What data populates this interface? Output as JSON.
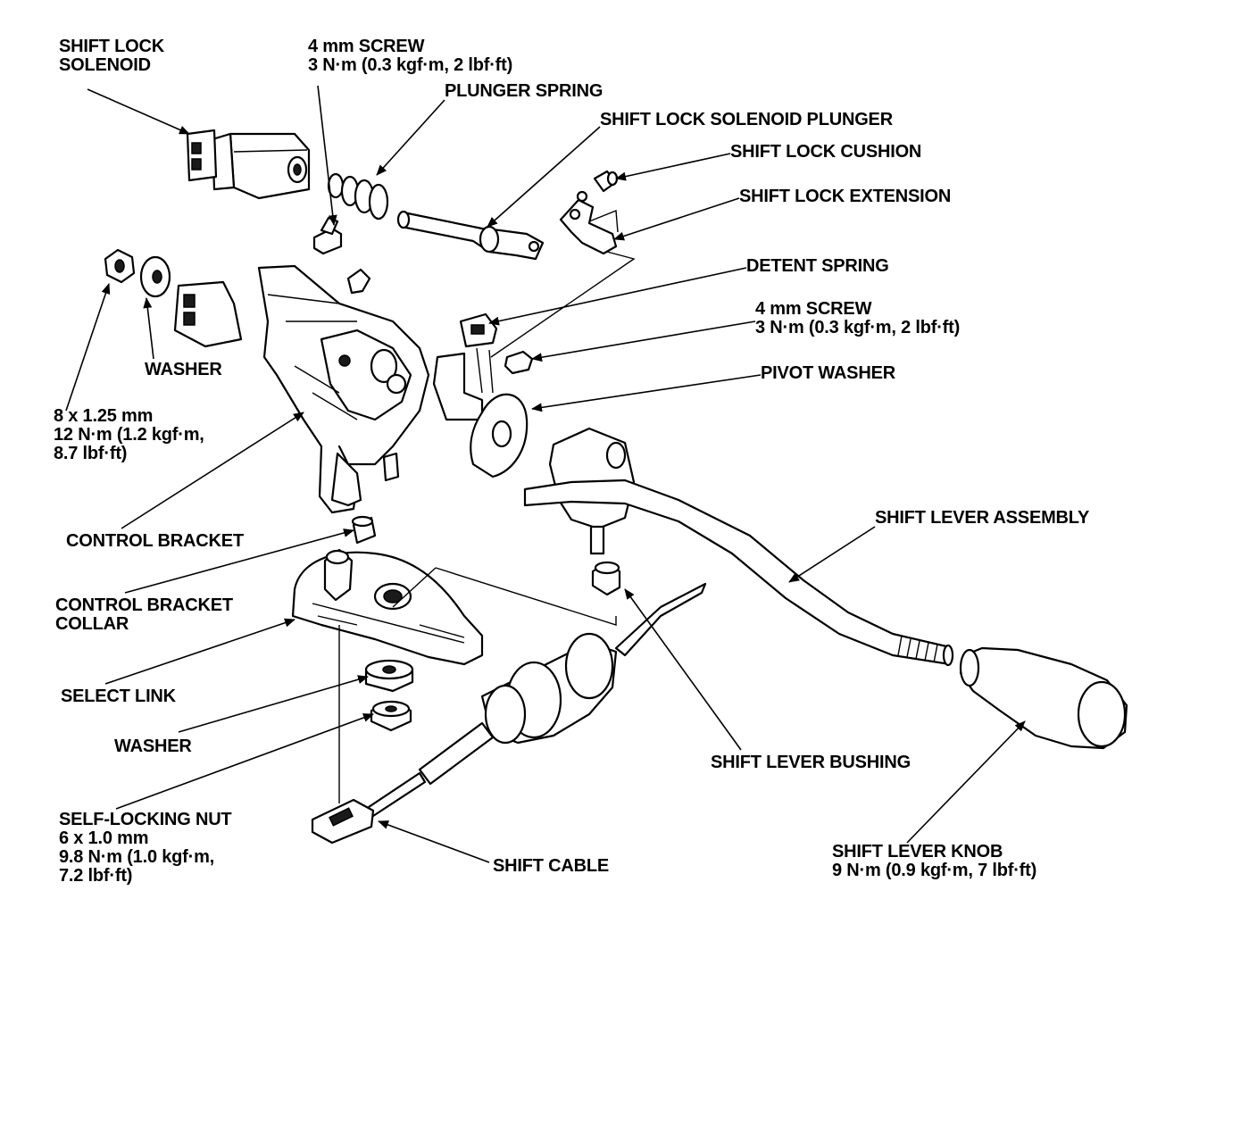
{
  "diagram": {
    "labels": {
      "shift_lock_solenoid": [
        "SHIFT LOCK",
        "SOLENOID"
      ],
      "screw_top": [
        "4 mm SCREW",
        "3 N·m (0.3 kgf·m, 2 lbf·ft)"
      ],
      "plunger_spring": "PLUNGER SPRING",
      "solenoid_plunger": "SHIFT LOCK SOLENOID PLUNGER",
      "shift_lock_cushion": "SHIFT LOCK CUSHION",
      "shift_lock_extension": "SHIFT LOCK EXTENSION",
      "detent_spring": "DETENT SPRING",
      "screw_right": [
        "4 mm SCREW",
        "3 N·m (0.3 kgf·m, 2 lbf·ft)"
      ],
      "pivot_washer": "PIVOT WASHER",
      "washer_upper": "WASHER",
      "bolt_spec": [
        "8 x 1.25 mm",
        "12 N·m (1.2 kgf·m,",
        "8.7 lbf·ft)"
      ],
      "control_bracket": "CONTROL BRACKET",
      "control_bracket_collar": [
        "CONTROL BRACKET",
        "COLLAR"
      ],
      "select_link": "SELECT LINK",
      "washer_lower": "WASHER",
      "self_locking_nut": [
        "SELF-LOCKING NUT",
        "6 x 1.0 mm",
        "9.8 N·m (1.0 kgf·m,",
        "7.2 lbf·ft)"
      ],
      "shift_cable": "SHIFT CABLE",
      "shift_lever_assembly": "SHIFT LEVER ASSEMBLY",
      "shift_lever_bushing": "SHIFT LEVER BUSHING",
      "shift_lever_knob": [
        "SHIFT LEVER KNOB",
        "9 N·m (0.9 kgf·m, 7 lbf·ft)"
      ]
    }
  }
}
